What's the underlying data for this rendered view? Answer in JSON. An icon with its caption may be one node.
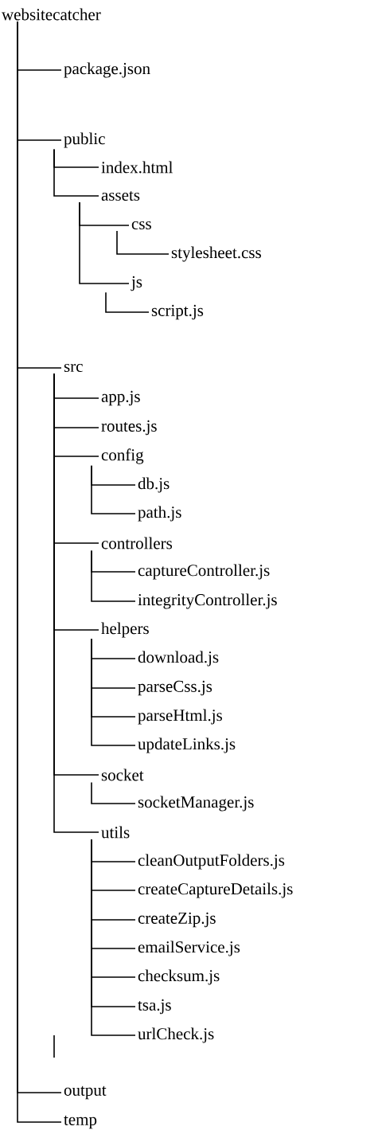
{
  "diagram": {
    "nodes": [
      {
        "text": [
          "websitecatcher"
        ]
      },
      {
        "text": [
          "package.json"
        ]
      },
      {
        "text": [
          "public"
        ]
      },
      {
        "text": [
          "index.html"
        ]
      },
      {
        "text": [
          "assets"
        ]
      },
      {
        "text": [
          "css"
        ]
      },
      {
        "text": [
          "stylesheet.css"
        ]
      },
      {
        "text": [
          "js"
        ]
      },
      {
        "text": [
          "script.js"
        ]
      },
      {
        "text": [
          "src"
        ]
      },
      {
        "text": [
          "app.js"
        ]
      },
      {
        "text": [
          "routes.js"
        ]
      },
      {
        "text": [
          "config"
        ]
      },
      {
        "text": [
          "db.js"
        ]
      },
      {
        "text": [
          "path.js"
        ]
      },
      {
        "text": [
          "controllers"
        ]
      },
      {
        "text": [
          "captureController.js"
        ]
      },
      {
        "text": [
          "integrityController.js"
        ]
      },
      {
        "text": [
          "helpers"
        ]
      },
      {
        "text": [
          "download.js"
        ]
      },
      {
        "text": [
          "parseCss.js"
        ]
      },
      {
        "text": [
          "parseHtml.js"
        ]
      },
      {
        "text": [
          "updateLinks.js"
        ]
      },
      {
        "text": [
          "socket"
        ]
      },
      {
        "text": [
          "socketManager.js"
        ]
      },
      {
        "text": [
          "utils"
        ]
      },
      {
        "text": [
          "cleanOutputFolders.js"
        ]
      },
      {
        "text": [
          "createCaptureDetails.js"
        ]
      },
      {
        "text": [
          "createZip.js"
        ]
      },
      {
        "text": [
          "emailService.js"
        ]
      },
      {
        "text": [
          "checksum.js"
        ]
      },
      {
        "text": [
          "tsa.js"
        ]
      },
      {
        "text": [
          "urlCheck.js"
        ]
      },
      {
        "text": [
          "output"
        ]
      },
      {
        "text": [
          "temp"
        ]
      }
    ],
    "edges": [
      {
        "from": 0,
        "to": 1,
        "arrow": "none"
      },
      {
        "from": 0,
        "to": 2,
        "arrow": "none"
      },
      {
        "from": 2,
        "to": 3,
        "arrow": "none"
      },
      {
        "from": 2,
        "to": 4,
        "arrow": "none"
      },
      {
        "from": 4,
        "to": 5,
        "arrow": "none"
      },
      {
        "from": 5,
        "to": 6,
        "arrow": "none"
      },
      {
        "from": 4,
        "to": 7,
        "arrow": "none"
      },
      {
        "from": 7,
        "to": 8,
        "arrow": "none"
      },
      {
        "from": 0,
        "to": 9,
        "arrow": "none"
      },
      {
        "from": 9,
        "to": 10,
        "arrow": "none"
      },
      {
        "from": 9,
        "to": 11,
        "arrow": "none"
      },
      {
        "from": 9,
        "to": 12,
        "arrow": "none"
      },
      {
        "from": 12,
        "to": 13,
        "arrow": "none"
      },
      {
        "from": 12,
        "to": 14,
        "arrow": "none"
      },
      {
        "from": 9,
        "to": 15,
        "arrow": "none"
      },
      {
        "from": 15,
        "to": 16,
        "arrow": "none"
      },
      {
        "from": 15,
        "to": 17,
        "arrow": "none"
      },
      {
        "from": 9,
        "to": 18,
        "arrow": "none"
      },
      {
        "from": 18,
        "to": 19,
        "arrow": "none"
      },
      {
        "from": 18,
        "to": 20,
        "arrow": "none"
      },
      {
        "from": 18,
        "to": 21,
        "arrow": "none"
      },
      {
        "from": 18,
        "to": 22,
        "arrow": "none"
      },
      {
        "from": 9,
        "to": 23,
        "arrow": "none"
      },
      {
        "from": 23,
        "to": 24,
        "arrow": "none"
      },
      {
        "from": 9,
        "to": 25,
        "arrow": "none"
      },
      {
        "from": 25,
        "to": 26,
        "arrow": "none"
      },
      {
        "from": 25,
        "to": 27,
        "arrow": "none"
      },
      {
        "from": 25,
        "to": 28,
        "arrow": "none"
      },
      {
        "from": 25,
        "to": 29,
        "arrow": "none"
      },
      {
        "from": 25,
        "to": 30,
        "arrow": "none"
      },
      {
        "from": 25,
        "to": 31,
        "arrow": "none"
      },
      {
        "from": 25,
        "to": 32,
        "arrow": "none"
      },
      {
        "from": 0,
        "to": 33,
        "arrow": "none"
      },
      {
        "from": 0,
        "to": 34,
        "arrow": "none"
      }
    ]
  }
}
